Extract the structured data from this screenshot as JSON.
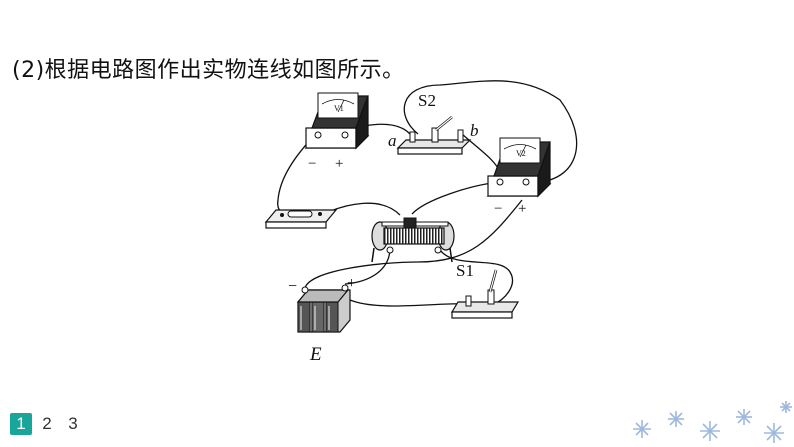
{
  "heading": "(2)根据电路图作出实物连线如图所示。",
  "labels": {
    "v1": "V1",
    "v1_minus": "−",
    "v1_plus": "+",
    "v2": "V2",
    "v2_minus": "−",
    "v2_plus": "+",
    "s2": "S2",
    "s1": "S1",
    "a": "a",
    "b": "b",
    "battery_minus": "−",
    "battery_plus": "+",
    "e": "E"
  },
  "pagination": {
    "pages": [
      "1",
      "2",
      "3"
    ],
    "current": "1"
  },
  "colors": {
    "accent": "#1aa59a",
    "snowflake": "#9fb8de"
  }
}
